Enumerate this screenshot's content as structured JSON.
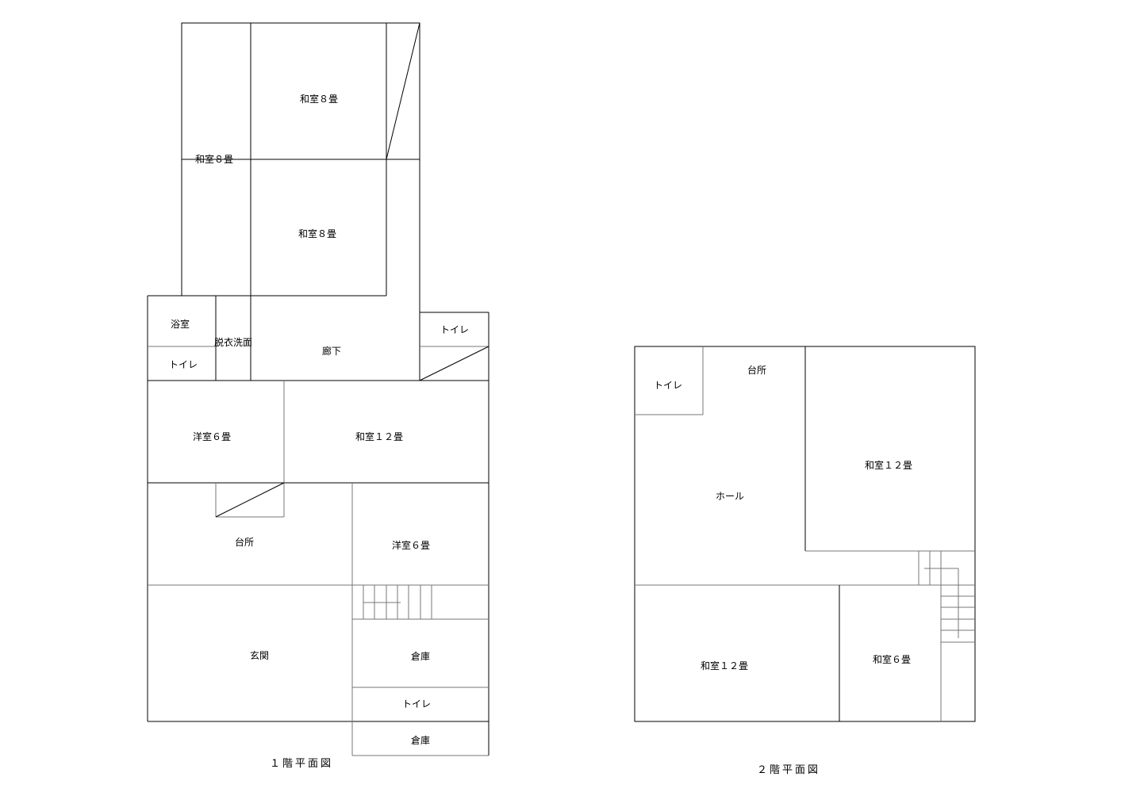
{
  "floor1": {
    "caption": "１階平面図",
    "rooms": {
      "washitsu8_left": "和室８畳",
      "washitsu8_top": "和室８畳",
      "washitsu8_mid": "和室８畳",
      "yokushitsu": "浴室",
      "datsui": "脱衣洗面",
      "toilet_left": "トイレ",
      "rouka": "廊下",
      "toilet_right": "トイレ",
      "youshitsu6_a": "洋室６畳",
      "washitsu12": "和室１２畳",
      "daidokoro": "台所",
      "youshitsu6_b": "洋室６畳",
      "genkan": "玄関",
      "souko_1": "倉庫",
      "toilet_bottom": "トイレ",
      "souko_2": "倉庫"
    }
  },
  "floor2": {
    "caption": "２階平面図",
    "rooms": {
      "toilet": "トイレ",
      "daidokoro": "台所",
      "hall": "ホール",
      "washitsu12_a": "和室１２畳",
      "washitsu12_b": "和室１２畳",
      "washitsu6": "和室６畳"
    }
  }
}
